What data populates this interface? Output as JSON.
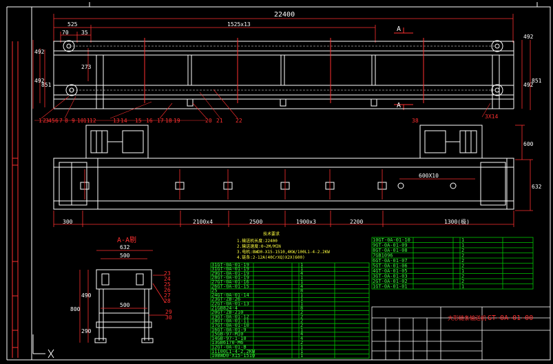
{
  "colors": {
    "background": "#000000",
    "frame": "#ffffff",
    "outline": "#ffffff",
    "dimension": "#ff3030",
    "table": "#00c800",
    "note": "#ffff40"
  },
  "dimensions": {
    "overall_length": "22400",
    "left_offset": "525",
    "small_pitch": "70",
    "small_offset": "35",
    "pitch": "1525x13",
    "height_right_top": "492",
    "height_right_mid": "492",
    "height_right_total": "851",
    "left_top": "492",
    "left_mid": "492",
    "left_total": "851",
    "vertical_offset": "273",
    "plan_width": "600",
    "plan_width_total": "632",
    "seg_300": "300",
    "seg_2100": "2100x4",
    "seg_2500": "2500",
    "seg_1900": "1900x3",
    "seg_2200": "2200",
    "seg_1300": "1300(极)",
    "pitch_600": "600X10",
    "item_3_14": "3X14"
  },
  "section_markers": {
    "top": "A",
    "bottom": "A"
  },
  "balloons_top": [
    "1",
    "2",
    "3",
    "4",
    "5",
    "6",
    "7",
    "8",
    "9",
    "10",
    "11",
    "12",
    "13",
    "14",
    "15",
    "16",
    "17",
    "18",
    "19",
    "20",
    "21",
    "22"
  ],
  "balloon_right": "38",
  "section_view": {
    "title": "A-A剔",
    "w1": "632",
    "w2": "500",
    "w3": "500",
    "h1": "800",
    "h2": "490",
    "h3": "290",
    "labels": [
      "23",
      "24",
      "25",
      "26",
      "27",
      "28",
      "29",
      "30"
    ]
  },
  "notes": {
    "title": "技术要求",
    "lines": [
      "1.输送机长度:22400",
      "2.输送速度:0~2M/MIN",
      "3.电机:BWD0-X15-1510,4KW/100L1-4-2.2KW",
      "4.链条:2-12A(40CrXQ)X2X(600)"
    ]
  },
  "bom_left": [
    {
      "code": "31GT-0A-01-19",
      "qty": "1"
    },
    {
      "code": "31GT-0A-01-19",
      "qty": "1"
    },
    {
      "code": "29GT-0A-01-19",
      "qty": "4"
    },
    {
      "code": "28GT-0A-01-19",
      "qty": "1"
    },
    {
      "code": "27GT-0A-01-16",
      "qty": "1"
    },
    {
      "code": "26GT-0A-01-15",
      "qty": "4"
    },
    {
      "code": "25",
      "qty": "8"
    },
    {
      "code": "24GT-0A-01-14",
      "qty": "1"
    },
    {
      "code": "23GT-ZB-26",
      "qty": "1"
    },
    {
      "code": "22GT-0A-01-13",
      "qty": "1"
    },
    {
      "code": "21GB824-4",
      "qty": "8"
    },
    {
      "code": "20GT-ZB-210",
      "qty": "2"
    },
    {
      "code": "19GT-0A-01-12",
      "qty": "2"
    },
    {
      "code": "18GT-0A-01-11",
      "qty": "2"
    },
    {
      "code": "17GT-0A-01-10",
      "qty": "2"
    },
    {
      "code": "16GT-0A-01-9",
      "qty": "1"
    },
    {
      "code": "15GB-97-M10",
      "qty": "4"
    },
    {
      "code": "14GB-97-1-10",
      "qty": "4"
    },
    {
      "code": "13GB6170-M6",
      "qty": "2"
    },
    {
      "code": "12GT-0A-01-B",
      "qty": "1"
    },
    {
      "code": "11100L1-4-2.2KW",
      "qty": "1"
    },
    {
      "code": "10BWD0-X15-1510",
      "qty": "1"
    }
  ],
  "bom_right": [
    {
      "code": "10GT-0A-01-10",
      "qty": "1"
    },
    {
      "code": "9GT-0A-01-09",
      "qty": "1"
    },
    {
      "code": "8GT-0A-01-08",
      "qty": "2"
    },
    {
      "code": "7GB1096",
      "qty": "2"
    },
    {
      "code": "6GT-0A-01-07",
      "qty": "2"
    },
    {
      "code": "5GT-0A-01-06",
      "qty": "2"
    },
    {
      "code": "4GT-0A-01-05",
      "qty": "1"
    },
    {
      "code": "3GT-0A-01-03",
      "qty": "2"
    },
    {
      "code": "2GT-0A-01-02",
      "qty": "2"
    },
    {
      "code": "1GT-0A-01-01",
      "qty": "1"
    }
  ],
  "title_block": {
    "name": "大形链条输送机",
    "drawing_no": "GT-0A-01-00"
  }
}
